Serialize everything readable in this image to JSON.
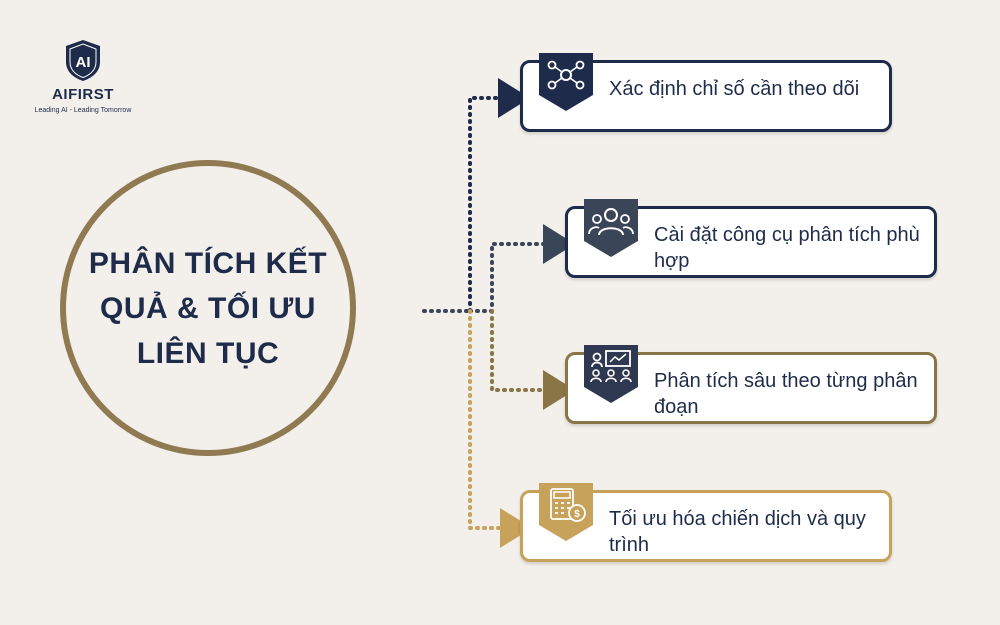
{
  "logo": {
    "mark": "AI",
    "brand": "AIFIRST",
    "tagline": "Leading AI - Leading Tomorrow"
  },
  "hub": {
    "title": "PHÂN TÍCH KẾT QUẢ & TỐI ƯU LIÊN TỤC"
  },
  "steps": [
    {
      "label": "Xác định chỉ số cần theo dõi",
      "icon": "network-people-icon",
      "color": "#1e2b4a"
    },
    {
      "label": "Cài đặt công cụ phân tích phù hợp",
      "icon": "team-icon",
      "color": "#3a4558"
    },
    {
      "label": "Phân tích sâu theo từng phân đoạn",
      "icon": "presentation-icon",
      "color": "#8a7547"
    },
    {
      "label": "Tối ưu hóa chiến dịch và quy trình",
      "icon": "calculator-icon",
      "color": "#c7a25b"
    }
  ],
  "colors": {
    "navy": "#1e2b4a",
    "slate": "#3a4558",
    "gold": "#8a7547",
    "light_gold": "#c7a25b",
    "background": "#f3f0eb"
  }
}
